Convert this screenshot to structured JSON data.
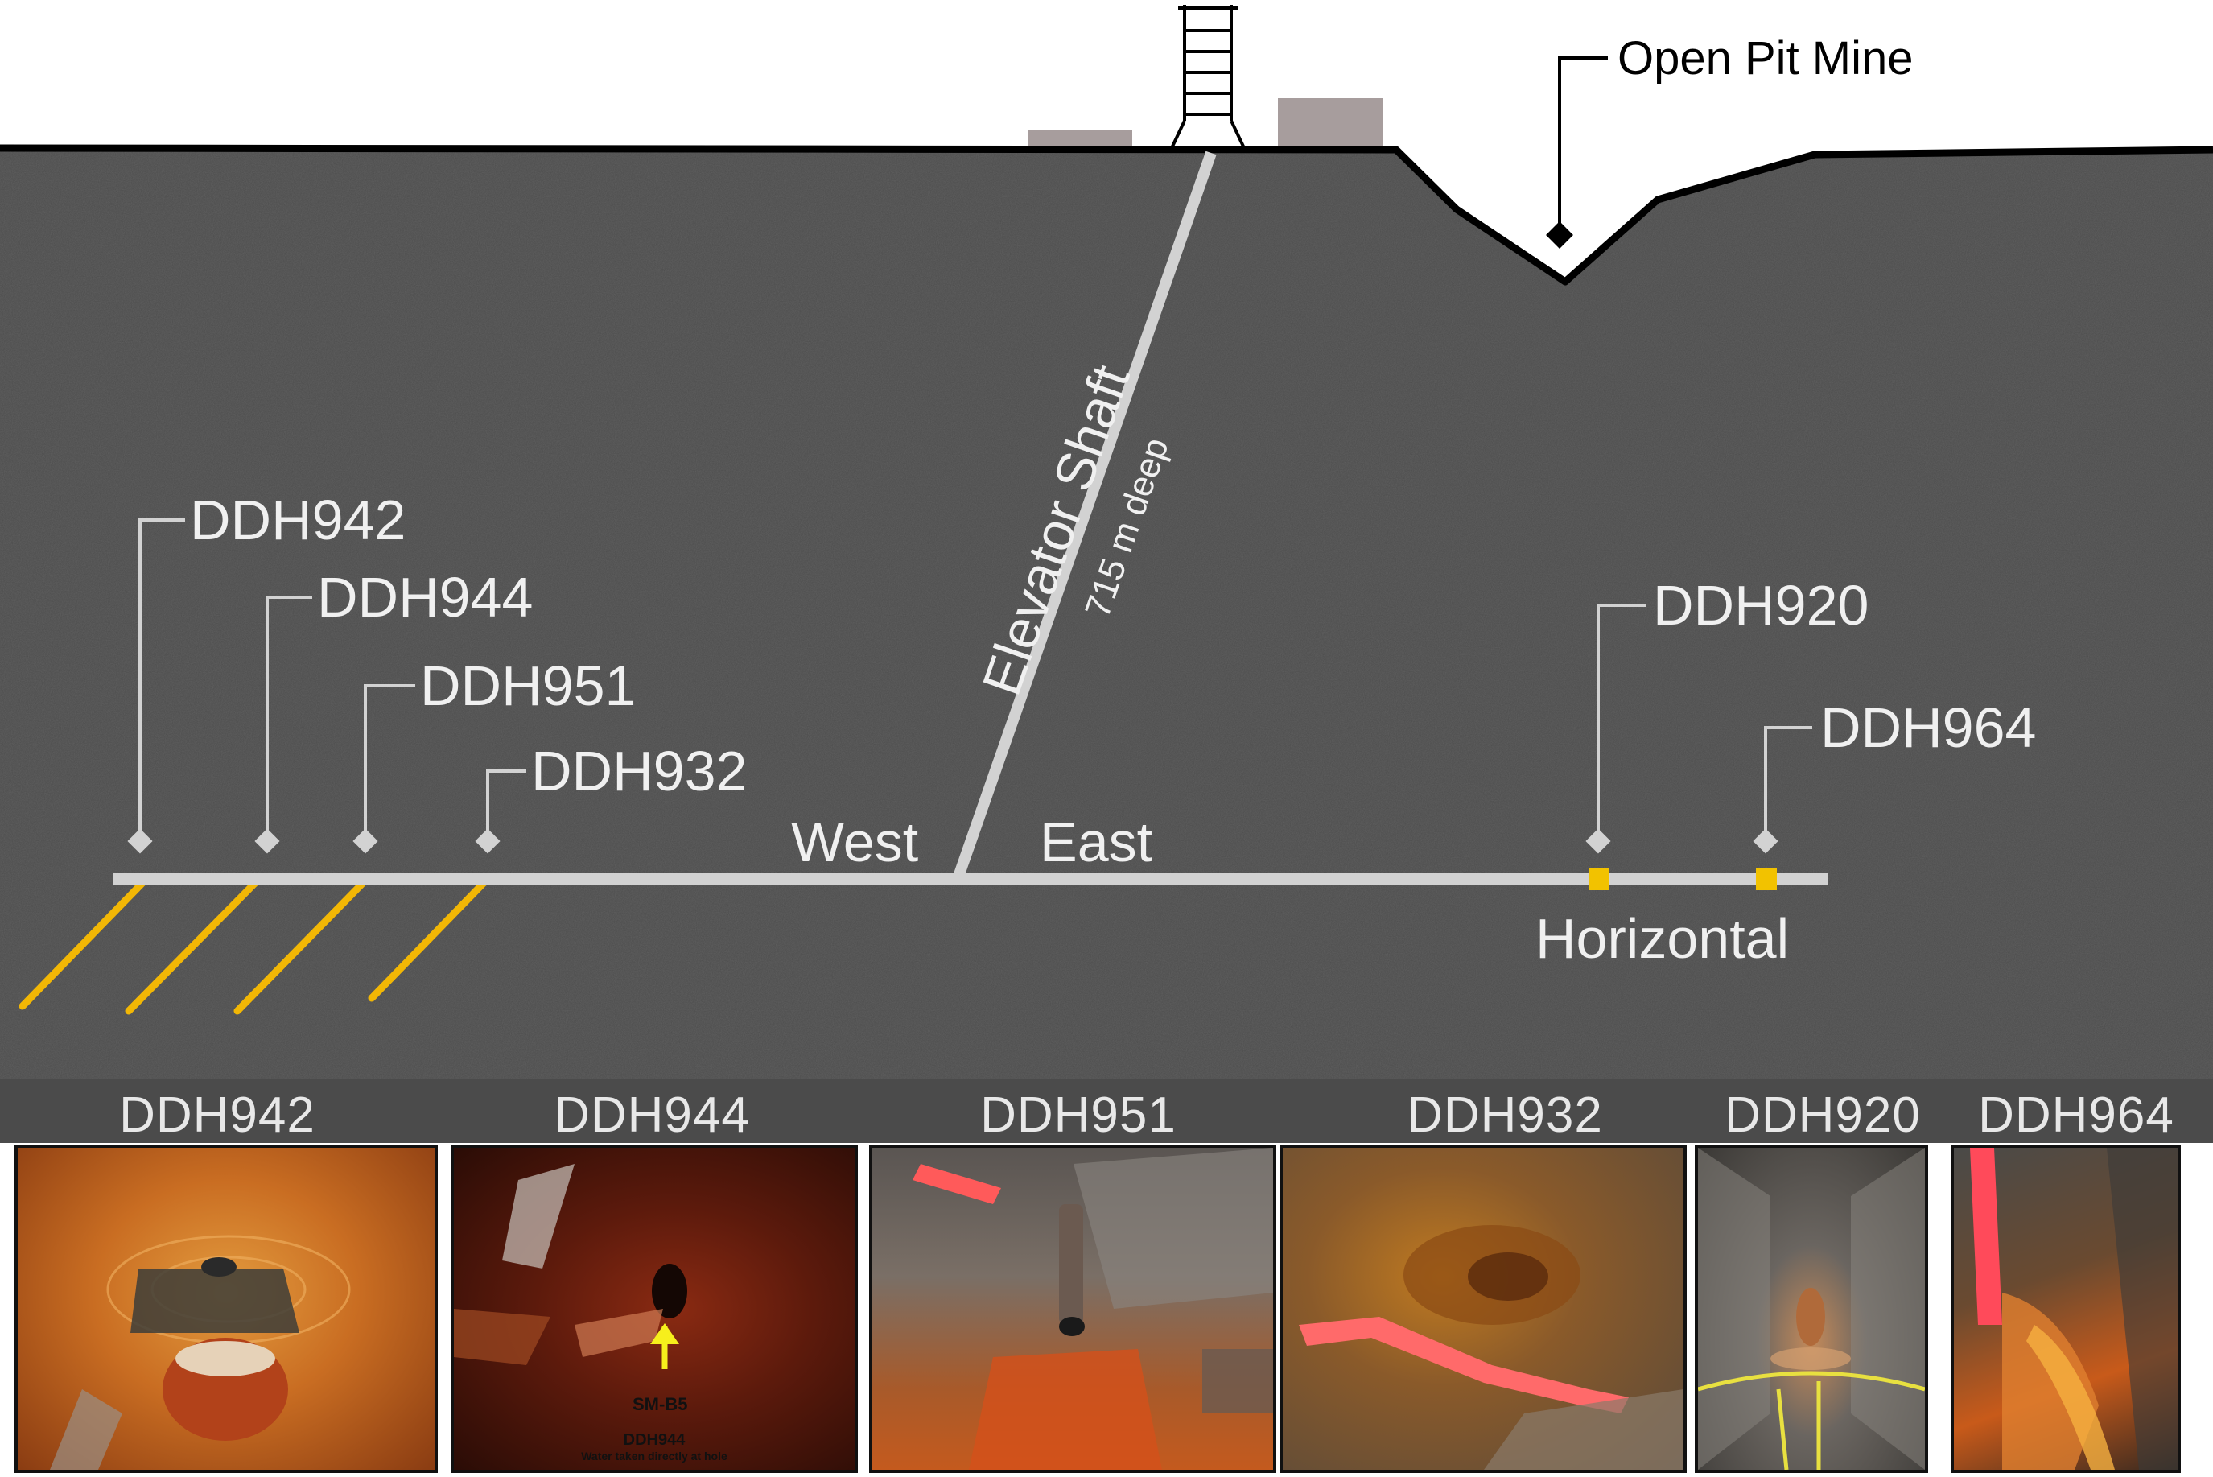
{
  "surface": {
    "open_pit_label": "Open Pit Mine"
  },
  "shaft": {
    "name": "Elevator Shaft",
    "depth": "715 m deep"
  },
  "drift": {
    "west_label": "West",
    "east_label": "East",
    "horizontal_label": "Horizontal"
  },
  "holes": [
    {
      "id": "DDH942"
    },
    {
      "id": "DDH944"
    },
    {
      "id": "DDH951"
    },
    {
      "id": "DDH932"
    },
    {
      "id": "DDH920"
    },
    {
      "id": "DDH964"
    }
  ],
  "photos": [
    {
      "title": "DDH942"
    },
    {
      "title": "DDH944",
      "tag": "SM-B5",
      "caption_title": "DDH944",
      "caption_sub": "Water taken directly at hole"
    },
    {
      "title": "DDH951"
    },
    {
      "title": "DDH932"
    },
    {
      "title": "DDH920"
    },
    {
      "title": "DDH964"
    }
  ],
  "colors": {
    "rock": "#4b4b4b",
    "surface_line": "#000000",
    "tunnel": "#d2d2d2",
    "label_text": "#f0f0f0",
    "inclined_hole": "#f2b705",
    "horizontal_marker": "#f2c200",
    "building": "#a79d9d"
  }
}
